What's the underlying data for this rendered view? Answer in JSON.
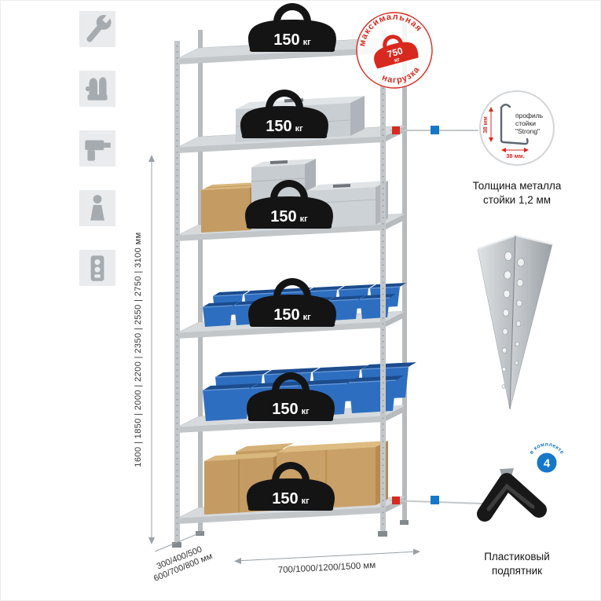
{
  "icons": [
    {
      "name": "wrench"
    },
    {
      "name": "gloves"
    },
    {
      "name": "drill"
    },
    {
      "name": "person"
    },
    {
      "name": "power-strip"
    }
  ],
  "dimensions": {
    "height": "1600 | 1850 | 2000 | 2200 | 2350 | 2550 | 2750 | 3100 мм",
    "depth_line1": "300/400/500",
    "depth_line2": "600/700/800 мм",
    "width": "700/1000/1200/1500 мм"
  },
  "shelf_load": {
    "value": "150",
    "unit": "кг"
  },
  "stamp": {
    "word_top": "максимальная",
    "word_bottom": "нагрузка",
    "value": "750",
    "unit": "кг"
  },
  "profile_callout": {
    "line1": "профиль",
    "line2": "стойки",
    "line3": "\"Strong\"",
    "dim_v": "38 мм",
    "dim_h": "38 мм.",
    "caption_line1": "Толщина металла",
    "caption_line2": "стойки 1,2 мм"
  },
  "foot_callout": {
    "badge": "4",
    "badge_text": "в комплекте",
    "caption_line1": "Пластиковый",
    "caption_line2": "подпятник"
  },
  "colors": {
    "accent_red": "#d8291f",
    "accent_blue": "#1577c8",
    "bin_blue": "#2e6ec0",
    "metal_gray": "#c6cacd",
    "cardboard": "#c49b62"
  }
}
